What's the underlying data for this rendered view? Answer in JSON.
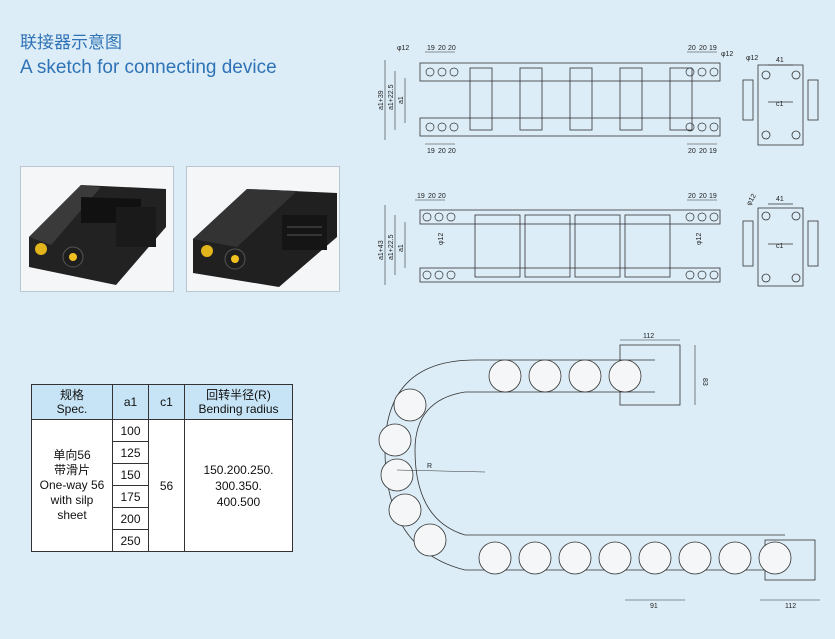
{
  "title": {
    "cn": "联接器示意图",
    "en": "A sketch for connecting device"
  },
  "photos": [
    {
      "name": "chain-connector-photo-1"
    },
    {
      "name": "chain-connector-photo-2"
    }
  ],
  "table": {
    "headers": {
      "spec_cn": "规格",
      "spec_en": "Spec.",
      "a1": "a1",
      "c1": "c1",
      "bending_cn": "回转半径(R)",
      "bending_en": "Bending radius"
    },
    "spec_lines": [
      "单向56",
      "带滑片",
      "One-way 56",
      "with silp",
      "sheet"
    ],
    "a1_values": [
      "100",
      "125",
      "150",
      "175",
      "200",
      "250"
    ],
    "c1_value": "56",
    "bending_lines": [
      "150.200.250.",
      "300.350.",
      "400.500"
    ]
  },
  "drawings": {
    "top": {
      "left_dims": [
        "a1+39",
        "a1+22.5",
        "a1"
      ],
      "top_dims": [
        "19",
        "20",
        "20"
      ],
      "top_dims_right": [
        "20",
        "20",
        "19"
      ],
      "bottom_dims": [
        "19",
        "20",
        "20"
      ],
      "bottom_dims_right": [
        "20",
        "20",
        "19"
      ],
      "hole": "φ12"
    },
    "top_end": {
      "hole": "φ12",
      "width": "41",
      "c1": "c1"
    },
    "middle": {
      "left_dims": [
        "a1+43",
        "a1+22.5",
        "a1"
      ],
      "top_dims": [
        "19",
        "20",
        "20"
      ],
      "top_dims_right": [
        "20",
        "20",
        "19"
      ],
      "hole": "φ12"
    },
    "middle_end": {
      "hole": "φ12",
      "width": "41",
      "c1": "c1"
    },
    "bend": {
      "top_len": "112",
      "height": "83",
      "radius": "R",
      "pitch": "91",
      "bottom_len": "112"
    }
  }
}
